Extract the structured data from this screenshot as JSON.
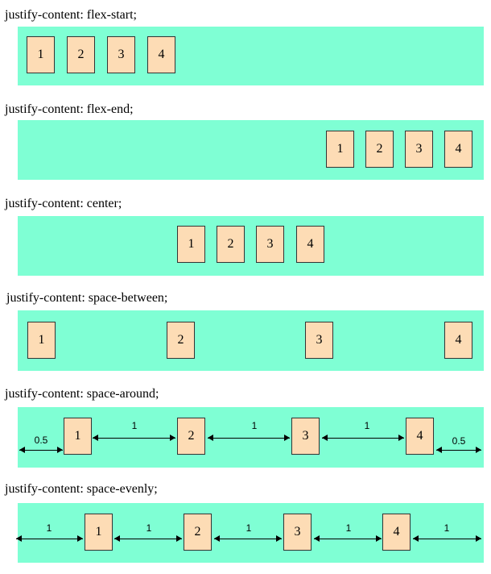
{
  "accent_color": "#7fffd4",
  "item_color": "#fddcb5",
  "sections": [
    {
      "label": "justify-content: flex-start;",
      "items": [
        "1",
        "2",
        "3",
        "4"
      ]
    },
    {
      "label": "justify-content: flex-end;",
      "items": [
        "1",
        "2",
        "3",
        "4"
      ]
    },
    {
      "label": "justify-content: center;",
      "items": [
        "1",
        "2",
        "3",
        "4"
      ]
    },
    {
      "label": "justify-content: space-between;",
      "items": [
        "1",
        "2",
        "3",
        "4"
      ]
    },
    {
      "label": "justify-content: space-around;",
      "items": [
        "1",
        "2",
        "3",
        "4"
      ],
      "gaps": [
        "0.5",
        "1",
        "1",
        "1",
        "0.5"
      ]
    },
    {
      "label": "justify-content: space-evenly;",
      "items": [
        "1",
        "2",
        "3",
        "4"
      ],
      "gaps": [
        "1",
        "1",
        "1",
        "1",
        "1"
      ]
    }
  ]
}
